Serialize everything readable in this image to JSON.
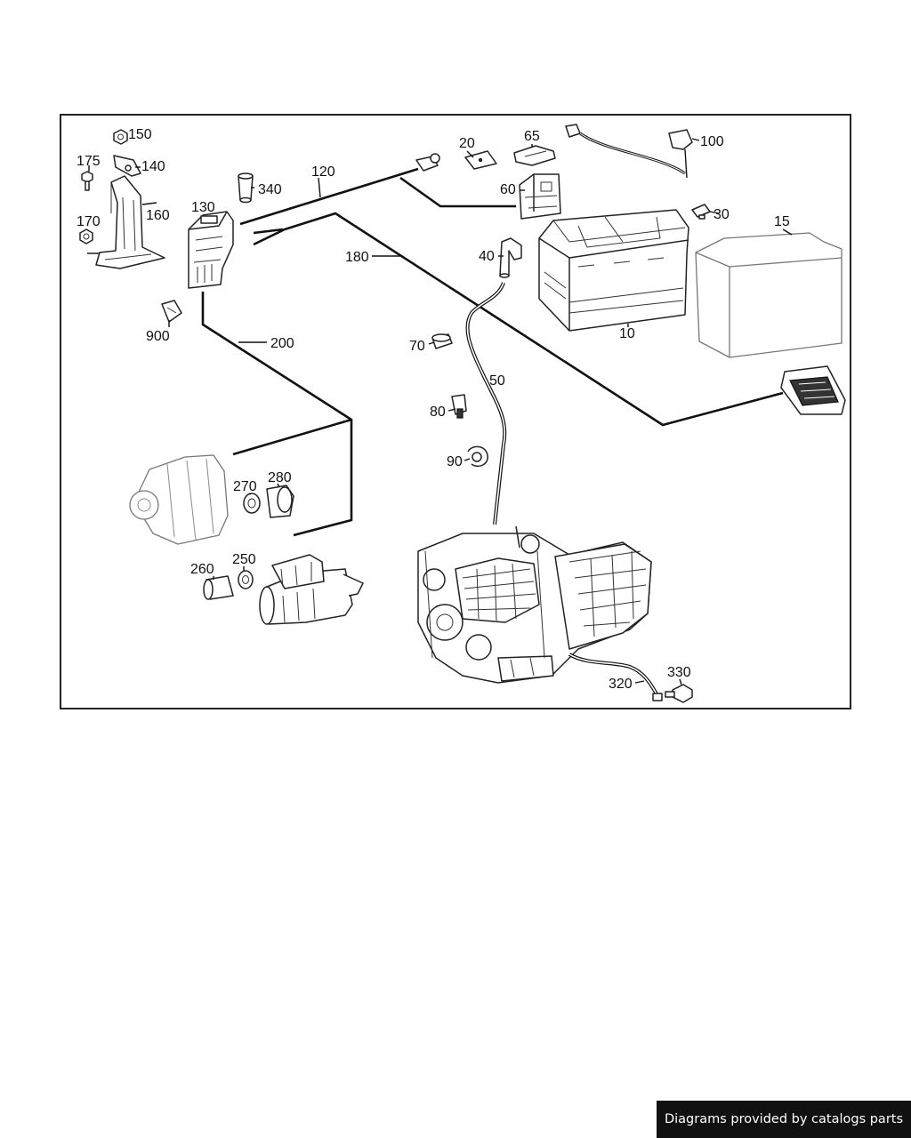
{
  "callouts": {
    "c150": "150",
    "c175": "175",
    "c140": "140",
    "c160": "160",
    "c170": "170",
    "c130": "130",
    "c340": "340",
    "c120": "120",
    "c20": "20",
    "c65": "65",
    "c100": "100",
    "c60": "60",
    "c30": "30",
    "c15": "15",
    "c40": "40",
    "c180": "180",
    "c10": "10",
    "c900": "900",
    "c200": "200",
    "c70": "70",
    "c50": "50",
    "c80": "80",
    "c90": "90",
    "c270": "270",
    "c280": "280",
    "c260": "260",
    "c250": "250",
    "c330": "330",
    "c320": "320"
  },
  "footer": {
    "credit": "Diagrams provided by catalogs parts"
  }
}
